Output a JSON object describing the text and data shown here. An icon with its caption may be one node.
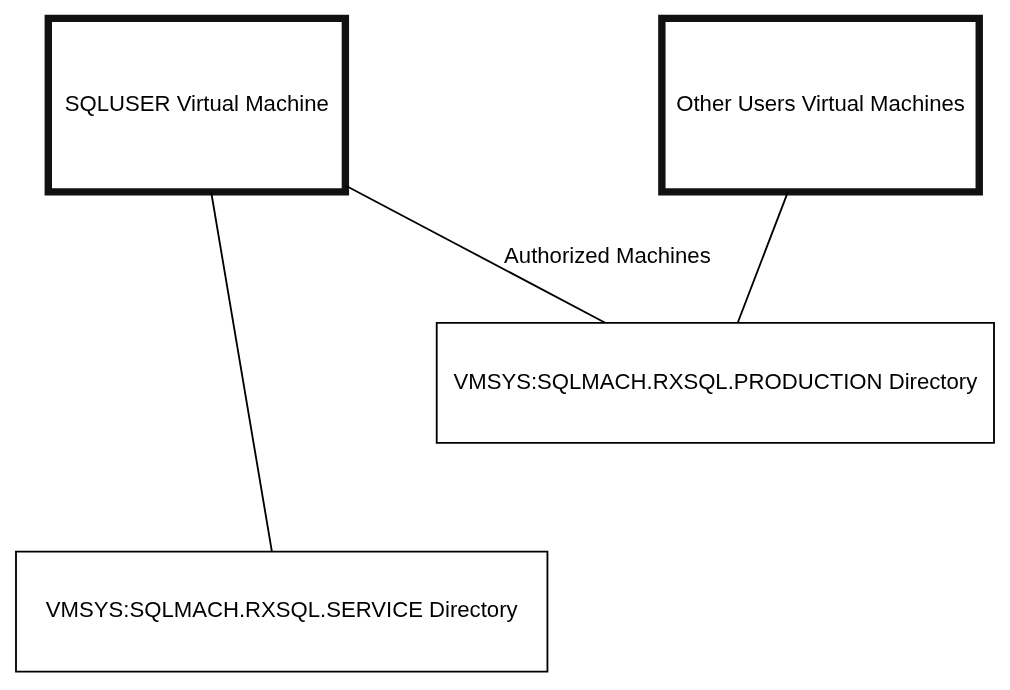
{
  "diagram": {
    "nodes": [
      {
        "text": [
          "SQLUSER Virtual Machine"
        ]
      },
      {
        "text": [
          "Other Users Virtual Machines"
        ]
      },
      {
        "text": [
          "VMSYS:SQLMACH.RXSQL.PRODUCTION Directory"
        ]
      },
      {
        "text": [
          "VMSYS:SQLMACH.RXSQL.SERVICE Directory"
        ]
      }
    ],
    "edges": [
      {
        "from": 0,
        "to": 2,
        "arrow": "none",
        "label": "Authorized Machines"
      },
      {
        "from": 1,
        "to": 2,
        "arrow": "none"
      },
      {
        "from": 0,
        "to": 3,
        "arrow": "none"
      }
    ]
  }
}
